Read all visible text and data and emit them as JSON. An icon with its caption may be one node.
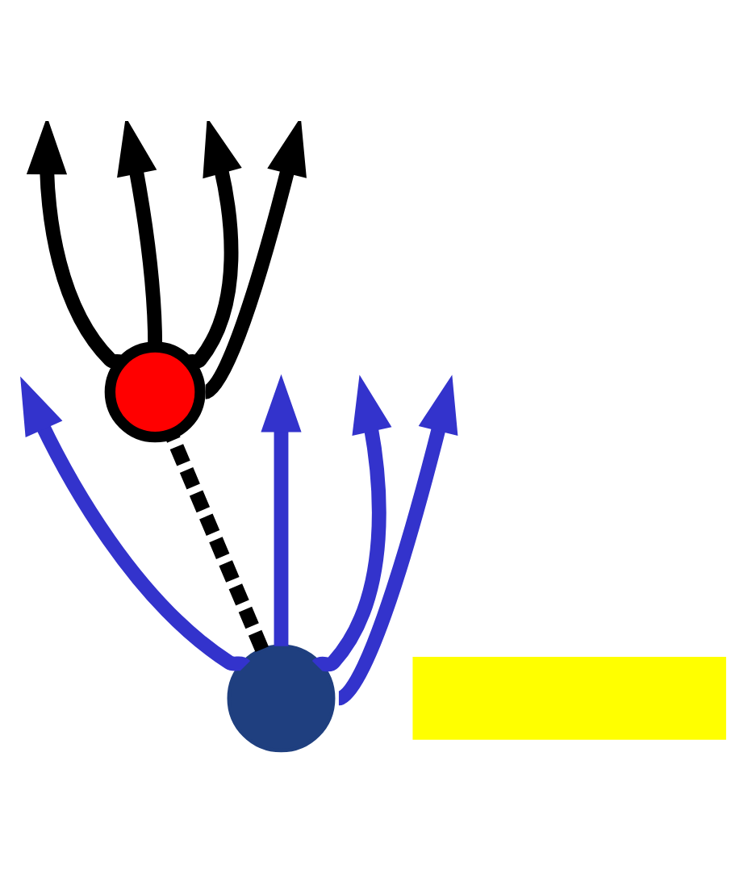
{
  "diagram": {
    "nodes": [
      {
        "text": [],
        "shape": "circle"
      },
      {
        "text": [],
        "shape": "circle"
      },
      {
        "text": [],
        "shape": "box"
      }
    ],
    "edges": [
      {
        "from": 1,
        "to": null,
        "arrow": "to",
        "color": "#3333cc"
      },
      {
        "from": 1,
        "to": null,
        "arrow": "to",
        "color": "#3333cc"
      },
      {
        "from": 1,
        "to": null,
        "arrow": "to",
        "color": "#3333cc"
      },
      {
        "from": 1,
        "to": null,
        "arrow": "to",
        "color": "#3333cc"
      },
      {
        "from": 1,
        "to": 0,
        "arrow": "none",
        "style": "dashed"
      },
      {
        "from": 0,
        "to": null,
        "arrow": "to"
      },
      {
        "from": 0,
        "to": null,
        "arrow": "to"
      },
      {
        "from": 0,
        "to": null,
        "arrow": "to"
      },
      {
        "from": 0,
        "to": null,
        "arrow": "to"
      }
    ]
  }
}
